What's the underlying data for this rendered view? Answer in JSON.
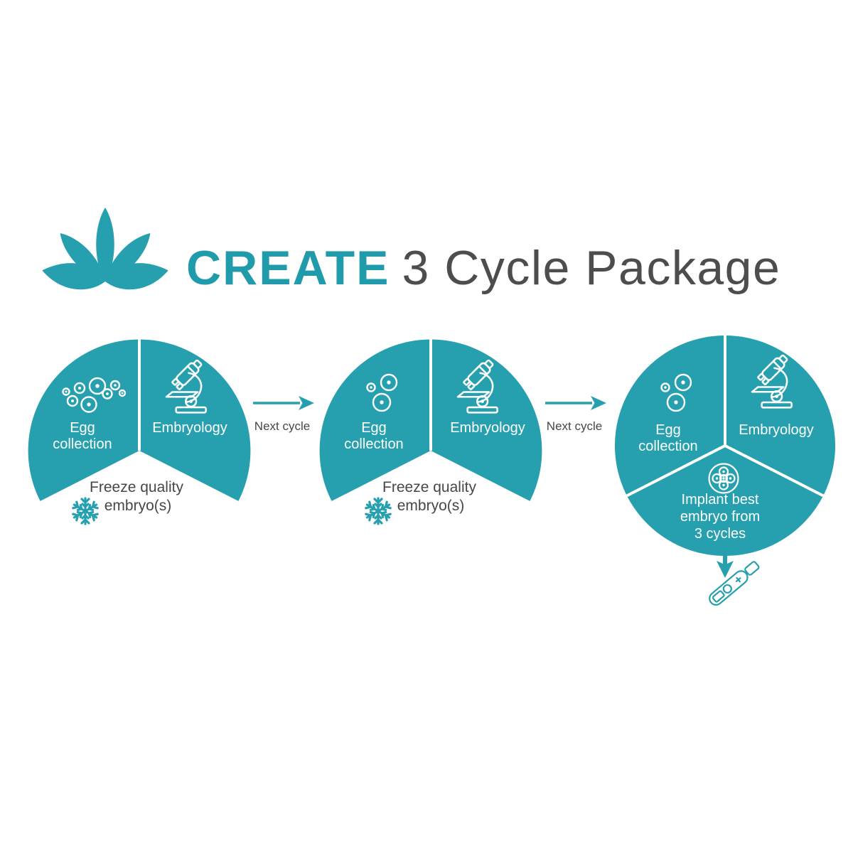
{
  "colors": {
    "teal": "#26A0AF",
    "brand_teal": "#1F9BAB",
    "dark": "#4D4D4D",
    "gray": "#474747"
  },
  "header": {
    "logo_icon": "lotus-logo",
    "brand": "CREATE",
    "title_rest": "3 Cycle Package"
  },
  "flow": {
    "arrows": [
      {
        "label": "Next cycle"
      },
      {
        "label": "Next cycle"
      }
    ],
    "cycles": [
      {
        "egg": {
          "line1": "Egg",
          "line2": "collection",
          "icon": "egg-cluster-icon",
          "egg_count": 8
        },
        "embryology": {
          "label": "Embryology",
          "icon": "microscope-icon"
        },
        "freeze": {
          "line1": "Freeze quality",
          "line2": "embryo(s)",
          "icon": "snowflake-icon"
        }
      },
      {
        "egg": {
          "line1": "Egg",
          "line2": "collection",
          "icon": "egg-cluster-icon",
          "egg_count": 3
        },
        "embryology": {
          "label": "Embryology",
          "icon": "microscope-icon"
        },
        "freeze": {
          "line1": "Freeze quality",
          "line2": "embryo(s)",
          "icon": "snowflake-icon"
        }
      },
      {
        "egg": {
          "line1": "Egg",
          "line2": "collection",
          "icon": "egg-cluster-icon",
          "egg_count": 3
        },
        "embryology": {
          "label": "Embryology",
          "icon": "microscope-icon"
        },
        "implant": {
          "line1": "Implant best",
          "line2": "embryo from",
          "line3": "3 cycles",
          "icon": "embryo-icon",
          "result_icon": "pregnancy-test-icon"
        }
      }
    ]
  }
}
